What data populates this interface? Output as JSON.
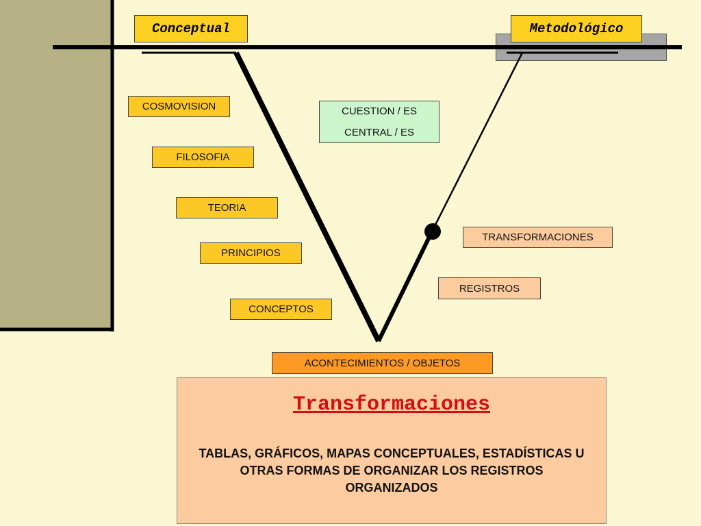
{
  "headers": {
    "conceptual": "Conceptual",
    "metodologico": "Metodológico"
  },
  "left_items": [
    "COSMOVISION",
    "FILOSOFIA",
    "TEORIA",
    "PRINCIPIOS",
    "CONCEPTOS"
  ],
  "central_question": {
    "line1": "CUESTION / ES",
    "line2": "CENTRAL / ES"
  },
  "right_items": [
    "TRANSFORMACIONES",
    "REGISTROS"
  ],
  "base": "ACONTECIMIENTOS / OBJETOS",
  "panel": {
    "title": "Transformaciones",
    "body": "TABLAS, GRÁFICOS, MAPAS CONCEPTUALES, ESTADÍSTICAS U OTRAS FORMAS DE ORGANIZAR LOS REGISTROS ORGANIZADOS"
  },
  "colors": {
    "background": "#fbf7d3",
    "sidebar": "#b7b186",
    "label_gold": "#fcc826",
    "question_green": "#ccf5cc",
    "label_peach": "#fccb9e",
    "base_orange": "#fc9a23",
    "panel_title_red": "#d01010"
  }
}
